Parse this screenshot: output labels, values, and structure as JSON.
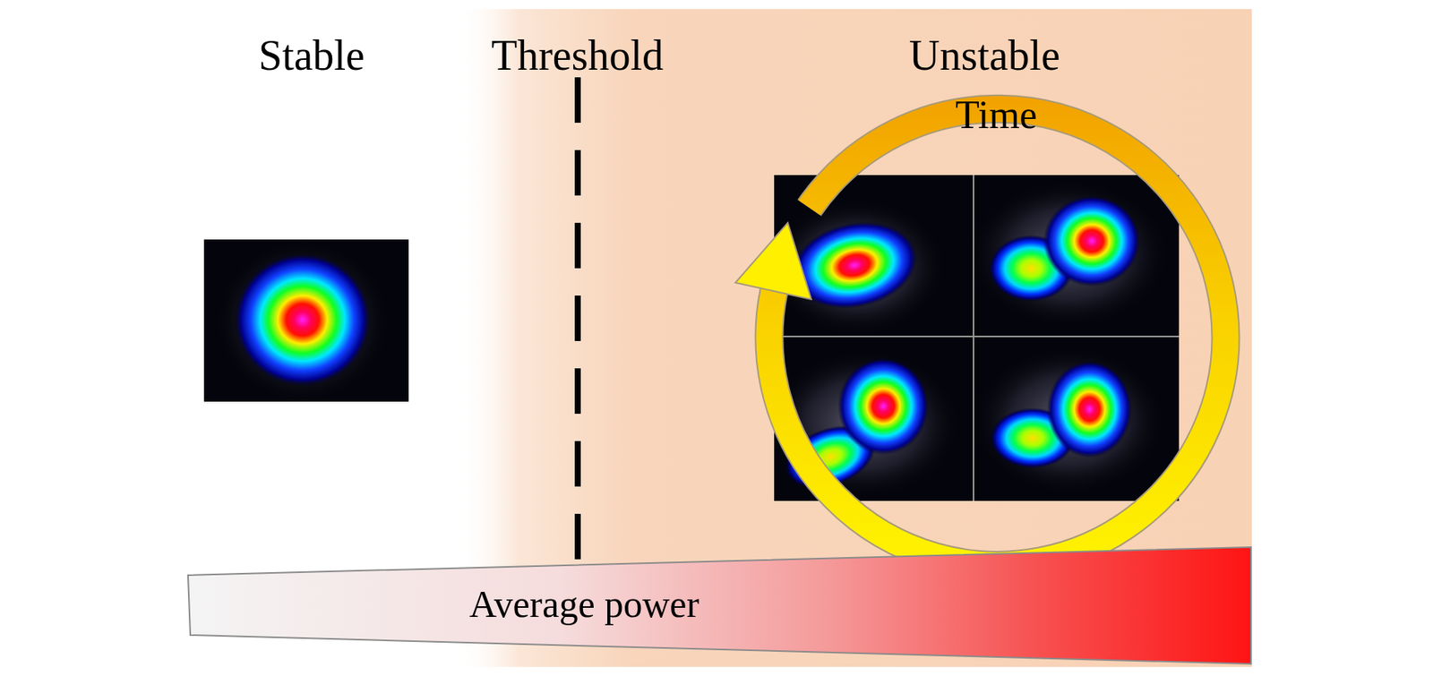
{
  "diagram": {
    "nodes": [
      {
        "text": [
          "Average power"
        ]
      }
    ],
    "labels": [
      "Stable",
      "Threshold",
      "Unstable",
      "Time"
    ]
  }
}
